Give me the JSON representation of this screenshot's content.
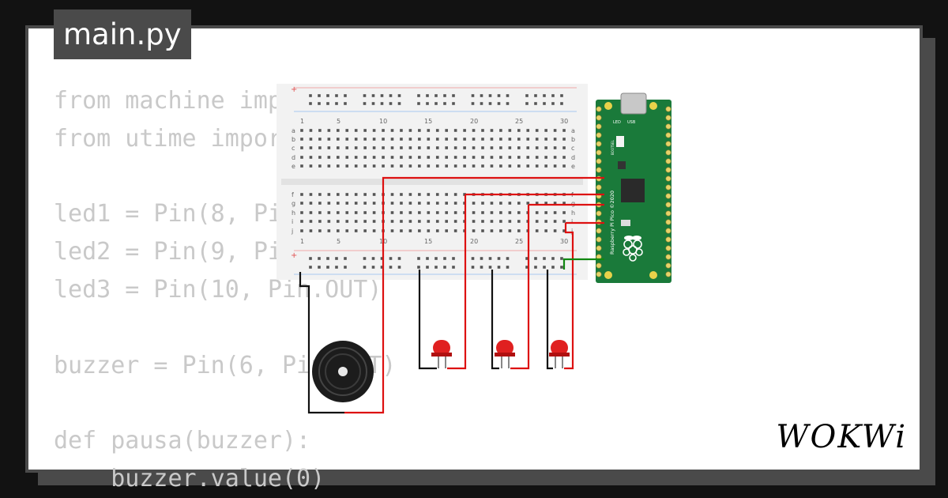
{
  "file_tab": {
    "label": "main.py"
  },
  "code_lines": [
    "from machine import Pin",
    "from utime import sleep",
    "",
    "led1 = Pin(8, Pin.OUT)",
    "led2 = Pin(9, Pin.OUT)",
    "led3 = Pin(10, Pin.OUT)",
    "",
    "buzzer = Pin(6, Pin.OUT)",
    "",
    "def pausa(buzzer):",
    "    buzzer.value(0)"
  ],
  "breadboard": {
    "column_numbers": [
      "1",
      "5",
      "10",
      "15",
      "20",
      "25",
      "30"
    ],
    "top_rows": [
      "a",
      "b",
      "c",
      "d",
      "e"
    ],
    "bottom_rows": [
      "f",
      "g",
      "h",
      "i",
      "j"
    ],
    "rail_plus": "+",
    "rail_minus": "-"
  },
  "pico": {
    "board_label": "Raspberry Pi Pico ©2020",
    "usb_label": "USB",
    "led_label": "LED",
    "bootsel_label": "BOOTSEL"
  },
  "brand": {
    "logo": "WOKWi"
  },
  "colors": {
    "wire_red": "#dd1111",
    "wire_black": "#111111",
    "wire_green": "#118811",
    "led_red": "#e02020",
    "pico_green": "#1a7a3a"
  }
}
